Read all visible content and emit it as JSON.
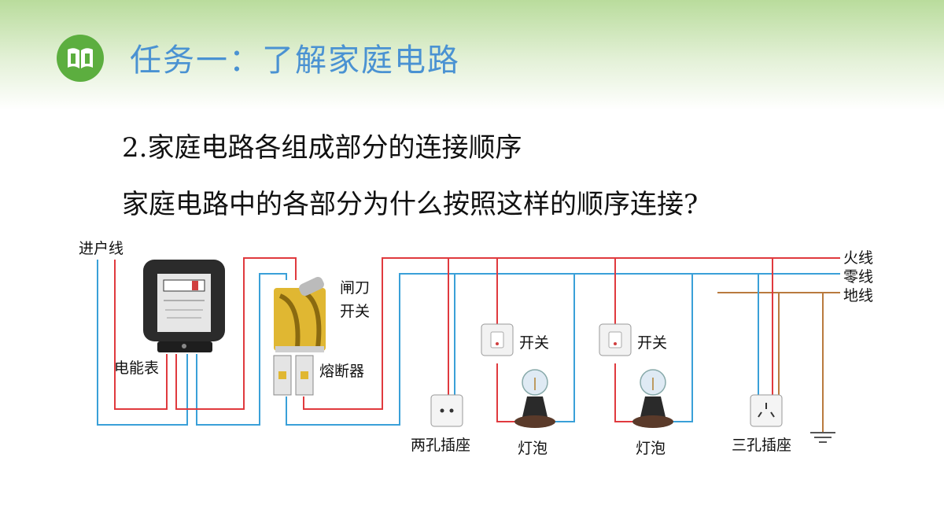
{
  "header": {
    "title": "任务一：了解家庭电路",
    "logo_icon": "book-icon"
  },
  "content": {
    "line1": "2.家庭电路各组成部分的连接顺序",
    "line2": "家庭电路中的各部分为什么按照这样的顺序连接?"
  },
  "diagram": {
    "labels": {
      "incoming": "进户线",
      "meter": "电能表",
      "knife_switch_1": "闸刀",
      "knife_switch_2": "开关",
      "fuse": "熔断器",
      "live": "火线",
      "neutral": "零线",
      "ground": "地线",
      "switch_a": "开关",
      "switch_b": "开关",
      "two_hole_socket": "两孔插座",
      "bulb_a": "灯泡",
      "bulb_b": "灯泡",
      "three_hole_socket": "三孔插座"
    },
    "colors": {
      "live": "#e03a3e",
      "neutral": "#3aa0d8",
      "ground": "#b97a3e"
    }
  }
}
